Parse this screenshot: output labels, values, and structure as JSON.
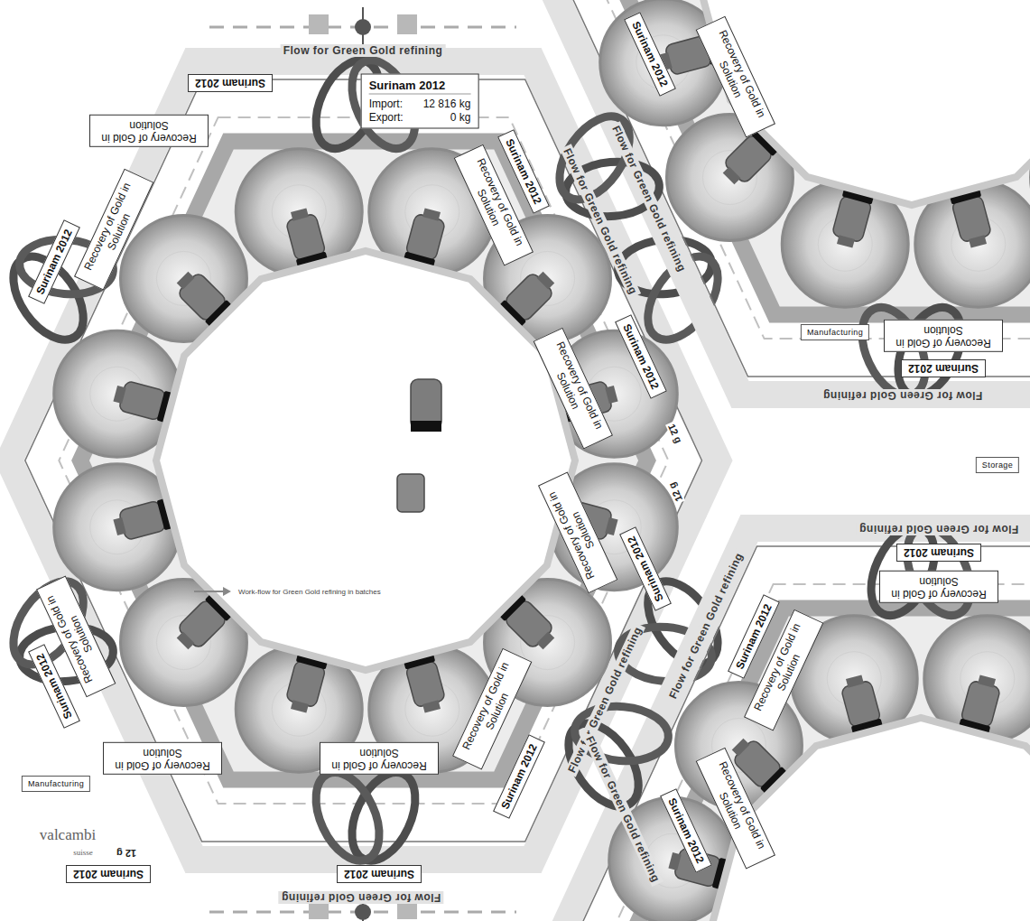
{
  "diagram": {
    "nodes": [
      {
        "text": [
          "Surinam 2012"
        ]
      },
      {
        "text": [
          "Surinam 2012",
          "Import:",
          "12 816 kg",
          "Export:",
          "0 kg"
        ]
      },
      {
        "text": [
          "Recovery of Gold in Solution"
        ]
      },
      {
        "text": [
          "Surinam 2012"
        ]
      },
      {
        "text": [
          "Recovery of Gold in Solution"
        ]
      },
      {
        "text": [
          "Recovery of Gold in Solution"
        ]
      },
      {
        "text": [
          "Surinam 2012"
        ]
      },
      {
        "text": [
          "Recovery of Gold in Solution"
        ]
      },
      {
        "text": [
          "Surinam 2012"
        ]
      },
      {
        "text": [
          "Recovery of Gold in Solution"
        ]
      },
      {
        "text": [
          "Surinam 2012"
        ]
      },
      {
        "text": [
          "Recovery of Gold in Solution"
        ]
      },
      {
        "text": [
          "Surinam 2012"
        ]
      },
      {
        "text": [
          "Recovery of Gold in Solution"
        ]
      },
      {
        "text": [
          "Surinam 2012"
        ]
      },
      {
        "text": [
          "Manufacturing"
        ]
      },
      {
        "text": [
          "Surinam 2012"
        ]
      },
      {
        "text": [
          "Recovery of Gold in Solution"
        ]
      },
      {
        "text": [
          "Recovery of Gold in Solution"
        ]
      },
      {
        "text": [
          "Surinam 2012"
        ]
      },
      {
        "text": [
          "Surinam 2012"
        ]
      },
      {
        "text": [
          "Recovery of Gold in Solution"
        ]
      },
      {
        "text": [
          "Manufacturing"
        ]
      },
      {
        "text": [
          "Recovery of Gold in Solution"
        ]
      },
      {
        "text": [
          "Surinam 2012"
        ]
      },
      {
        "text": [
          "Storage"
        ]
      },
      {
        "text": [
          "Surinam 2012"
        ]
      },
      {
        "text": [
          "Recovery of Gold in Solution"
        ]
      },
      {
        "text": [
          "Surinam 2012"
        ]
      },
      {
        "text": [
          "Recovery of Gold in Solution"
        ]
      },
      {
        "text": [
          "Surinam 2012"
        ]
      },
      {
        "text": [
          "Recovery of Gold in Solution"
        ]
      }
    ],
    "labels": [
      "Flow for Green Gold refining",
      "Flow for Green Gold refining",
      "Flow for Green Gold refining",
      "Flow for Green Gold refining",
      "Flow for Green Gold refining",
      "Flow for Green Gold refining",
      "Flow for Green Gold refining",
      "Flow for Green Gold refining",
      "Flow for Green Gold refining",
      "Work-flow for Green Gold refining in batches",
      "12 g",
      "12 g",
      "12 g",
      "valcambi",
      "suisse"
    ]
  }
}
